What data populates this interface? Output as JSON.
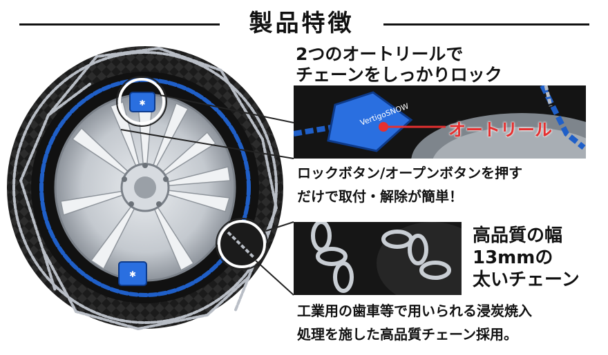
{
  "header": {
    "title": "製品特徴"
  },
  "feature_reel": {
    "title_line1": "2つのオートリールで",
    "title_line2": "チェーンをしっかりロック",
    "label": "オートリール",
    "desc_line1": "ロックボタン/オープンボタンを押す",
    "desc_line2": "だけで取付・解除が簡単！"
  },
  "feature_chain": {
    "title_line1": "高品質の幅",
    "title_line2": "13mmの",
    "title_line3": "太いチェーン",
    "desc_line1": "工業用の歯車等で用いられる浸炭焼入",
    "desc_line2": "処理を施した高品質チェーン採用。"
  },
  "colors": {
    "accent_red": "#e53030",
    "chain_blue": "#1f5fc8",
    "steel": "#b9bec6"
  }
}
